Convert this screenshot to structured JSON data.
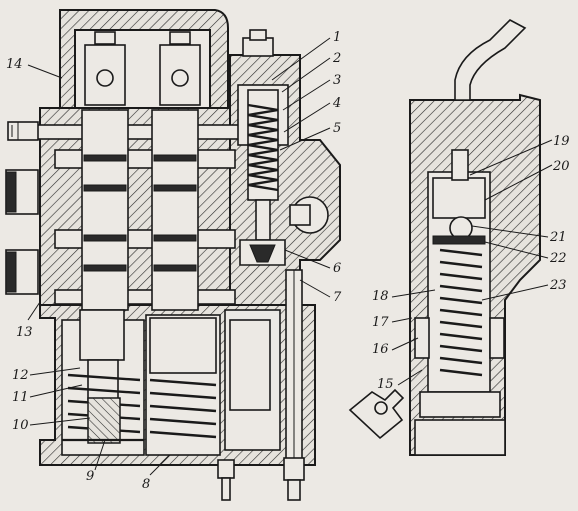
{
  "labels": {
    "l1": "1",
    "l2": "2",
    "l3": "3",
    "l4": "4",
    "l5": "5",
    "l6": "6",
    "l7": "7",
    "l8": "8",
    "l9": "9",
    "l10": "10",
    "l11": "11",
    "l12": "12",
    "l13": "13",
    "l14": "14",
    "l15": "15",
    "l16": "16",
    "l17": "17",
    "l18": "18",
    "l19": "19",
    "l20": "20",
    "l21": "21",
    "l22": "22",
    "l23": "23"
  },
  "colors": {
    "paper": "#ece9e4",
    "ink": "#1a1a1a"
  }
}
